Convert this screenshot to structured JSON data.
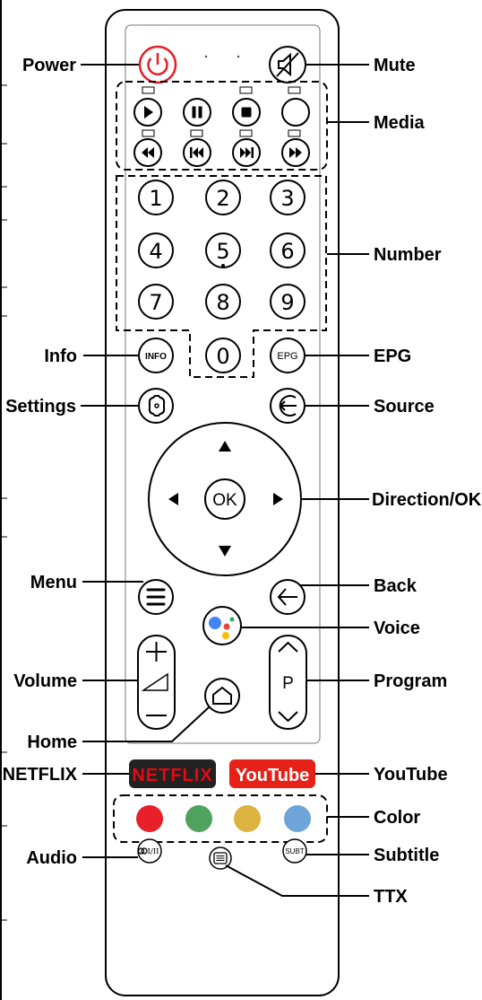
{
  "title": "",
  "callouts": {
    "power": "Power",
    "mute": "Mute",
    "media": "Media",
    "number": "Number",
    "info": "Info",
    "epg": "EPG",
    "settings": "Settings",
    "source": "Source",
    "direction": "Direction/OK",
    "menu": "Menu",
    "back": "Back",
    "voice": "Voice",
    "volume": "Volume",
    "program": "Program",
    "home": "Home",
    "netflix": "NETFLIX",
    "youtube": "YouTube",
    "color": "Color",
    "audio": "Audio",
    "subtitle": "Subtitle",
    "ttx": "TTX"
  },
  "buttons": {
    "digits": [
      "1",
      "2",
      "3",
      "4",
      "5",
      "6",
      "7",
      "8",
      "9",
      "0"
    ],
    "info": "INFO",
    "epg": "EPG",
    "ok": "OK",
    "program": "P",
    "netflix": "NETFLIX",
    "youtube": "YouTube",
    "audio": "I/II",
    "subtitle": "SUBT"
  },
  "colors": {
    "power": "#e41e26",
    "netflix_text": "#e50914",
    "netflix_bg": "#222222",
    "youtube_bg": "#e62117",
    "red": "#e8202a",
    "green": "#4fa35f",
    "yellow": "#dcb33e",
    "blue": "#6fa4d8",
    "google_blue": "#4285f4",
    "google_red": "#ea4335",
    "google_yellow": "#fbbc05",
    "google_green": "#34a853"
  }
}
